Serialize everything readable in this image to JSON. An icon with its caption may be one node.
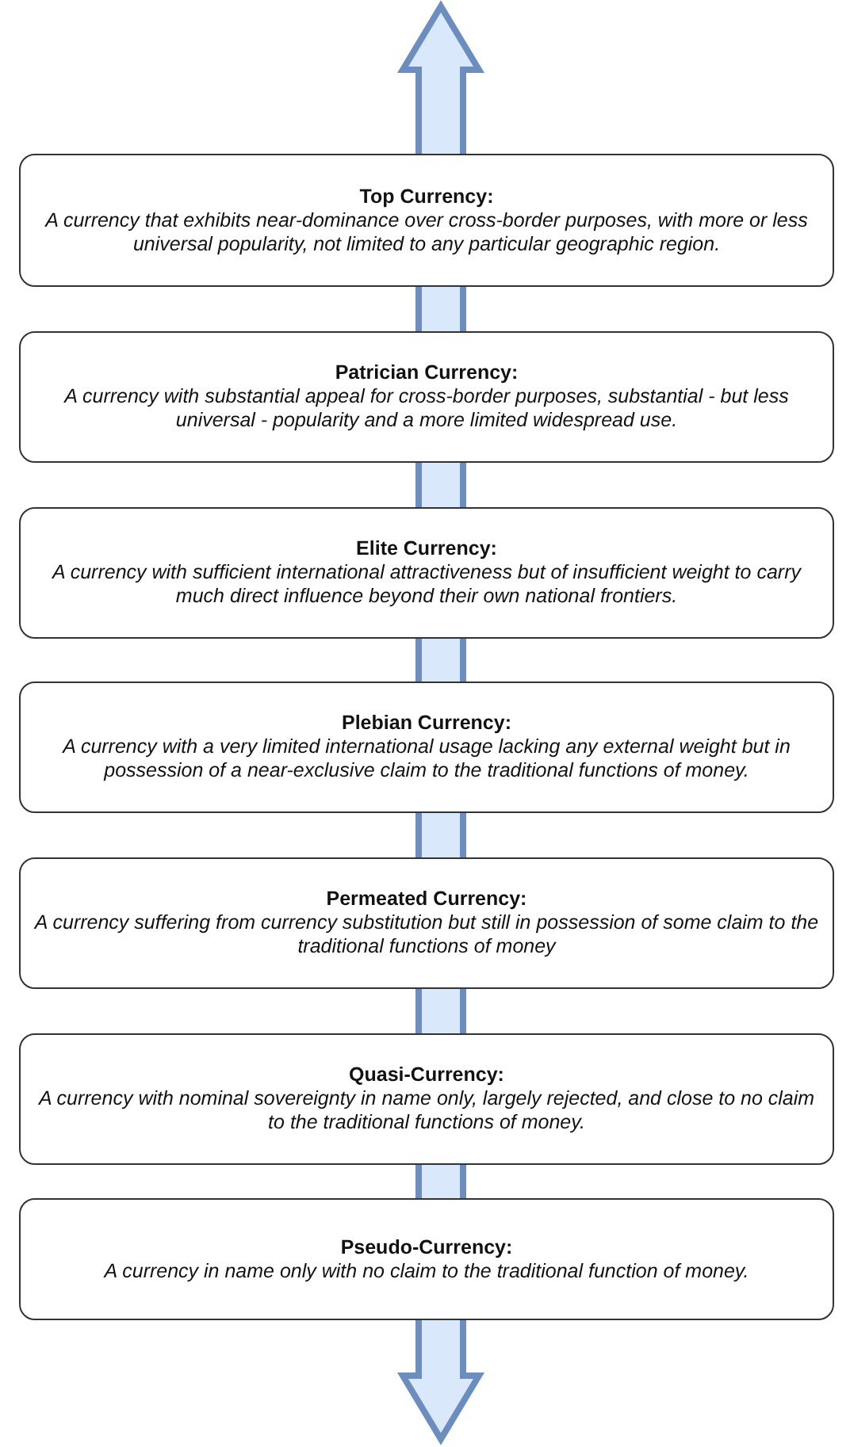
{
  "diagram": {
    "nodes": [
      {
        "text": [
          "Top Currency:",
          "A currency that exhibits near-dominance over cross-border purposes, with more or less universal popularity, not limited to any particular geographic region."
        ]
      },
      {
        "text": [
          "Patrician Currency:",
          "A currency with substantial appeal for cross-border purposes, substantial - but less universal - popularity and a more limited widespread use."
        ]
      },
      {
        "text": [
          "Elite Currency:",
          "A currency with sufficient international attractiveness but of insufficient weight to carry much direct influence beyond their own national frontiers."
        ]
      },
      {
        "text": [
          "Plebian Currency:",
          "A currency with a very limited international usage lacking any external weight but in possession of a near-exclusive claim to the traditional functions of money."
        ]
      },
      {
        "text": [
          "Permeated Currency:",
          "A currency suffering from currency substitution but still in possession of some claim to the traditional functions of money"
        ]
      },
      {
        "text": [
          "Quasi-Currency:",
          "A currency with nominal sovereignty in name only, largely rejected, and close to no claim to the traditional functions of money."
        ]
      },
      {
        "text": [
          "Pseudo-Currency:",
          "A currency in name only with no claim to the traditional function of money."
        ]
      }
    ]
  }
}
